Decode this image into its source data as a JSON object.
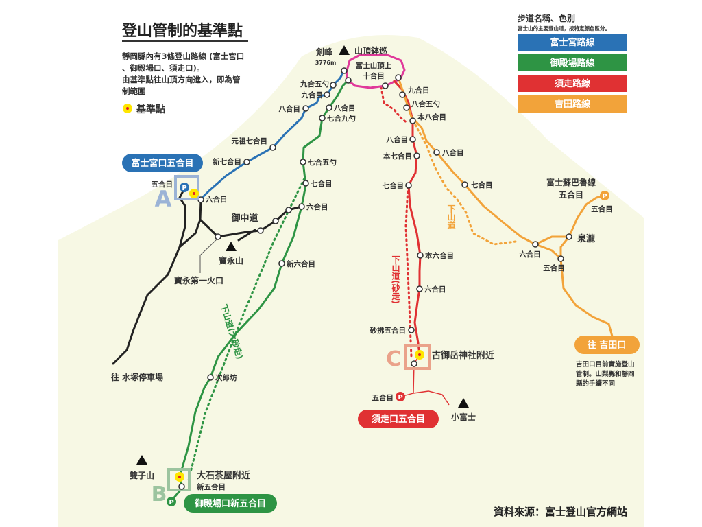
{
  "title": "登山管制的基準點",
  "description": [
    "靜岡縣內有3條登山路線 (富士宮口",
    "、御殿場口、須走口)。",
    "由基準點往山頂方向進入，即為管",
    "制範圍"
  ],
  "marker_legend": "基準點",
  "legend": {
    "heading": "步道名稱、色別",
    "subheading": "富士山的主要登山道，按特定顏色區分。",
    "routes": [
      {
        "name": "富士宮路線",
        "color": "#2a72b5"
      },
      {
        "name": "御殿場路線",
        "color": "#2e9444"
      },
      {
        "name": "須走路線",
        "color": "#e03133"
      },
      {
        "name": "吉田路線",
        "color": "#f2a33a"
      }
    ]
  },
  "summit": {
    "peak": "剣峰",
    "elevation": "3776m",
    "crater_walk": "山頂鉢巡",
    "top1": "富士山頂上",
    "top2": "十合目",
    "color": "#e0399a"
  },
  "fujinomiya": {
    "badge": "富士宮口五合目",
    "point": "A",
    "parking": "P",
    "fifth": "五合目",
    "stations": [
      "六合目",
      "新七合目",
      "元祖七合目",
      "八合目",
      "九合目",
      "九合五勺"
    ]
  },
  "hoei": {
    "trail": "御中道",
    "mountain": "寶永山",
    "crater": "寶永第一火口",
    "to_parking": "往 水塚停車場"
  },
  "gotemba": {
    "badge": "御殿場口新五合目",
    "point": "B",
    "parking": "P",
    "control": "大石茶屋附近",
    "new_fifth": "新五合目",
    "stations": [
      "次郎坊",
      "新六合目",
      "六合目",
      "七合目",
      "七合五勺",
      "七合九勺",
      "八合目"
    ],
    "descent": "下山道(大砂走)",
    "mountain": "雙子山"
  },
  "subashiri": {
    "badge": "須走口五合目",
    "point": "C",
    "parking": "P",
    "fifth": "五合目",
    "control": "古御岳神社附近",
    "stations": [
      "砂拂五合目",
      "六合目",
      "本六合目",
      "七合目",
      "本七合目",
      "八合目",
      "本八合目",
      "八合五勺",
      "九合目"
    ],
    "descent": "下山道(砂走)",
    "mountain": "小富士"
  },
  "yoshida": {
    "badge": "往 吉田口",
    "stations": [
      "八合目",
      "七合目",
      "六合目",
      "五合目",
      "泉瀧"
    ],
    "subaru1": "富士蘇巴魯線",
    "subaru2": "五合目",
    "parking": "P",
    "subaru_fifth": "五合目",
    "descent": "下山道",
    "note": [
      "吉田口目前實施登山",
      "管制。山梨縣和靜岡",
      "縣的手續不同"
    ]
  },
  "source": "資料來源：富士登山官方網站"
}
